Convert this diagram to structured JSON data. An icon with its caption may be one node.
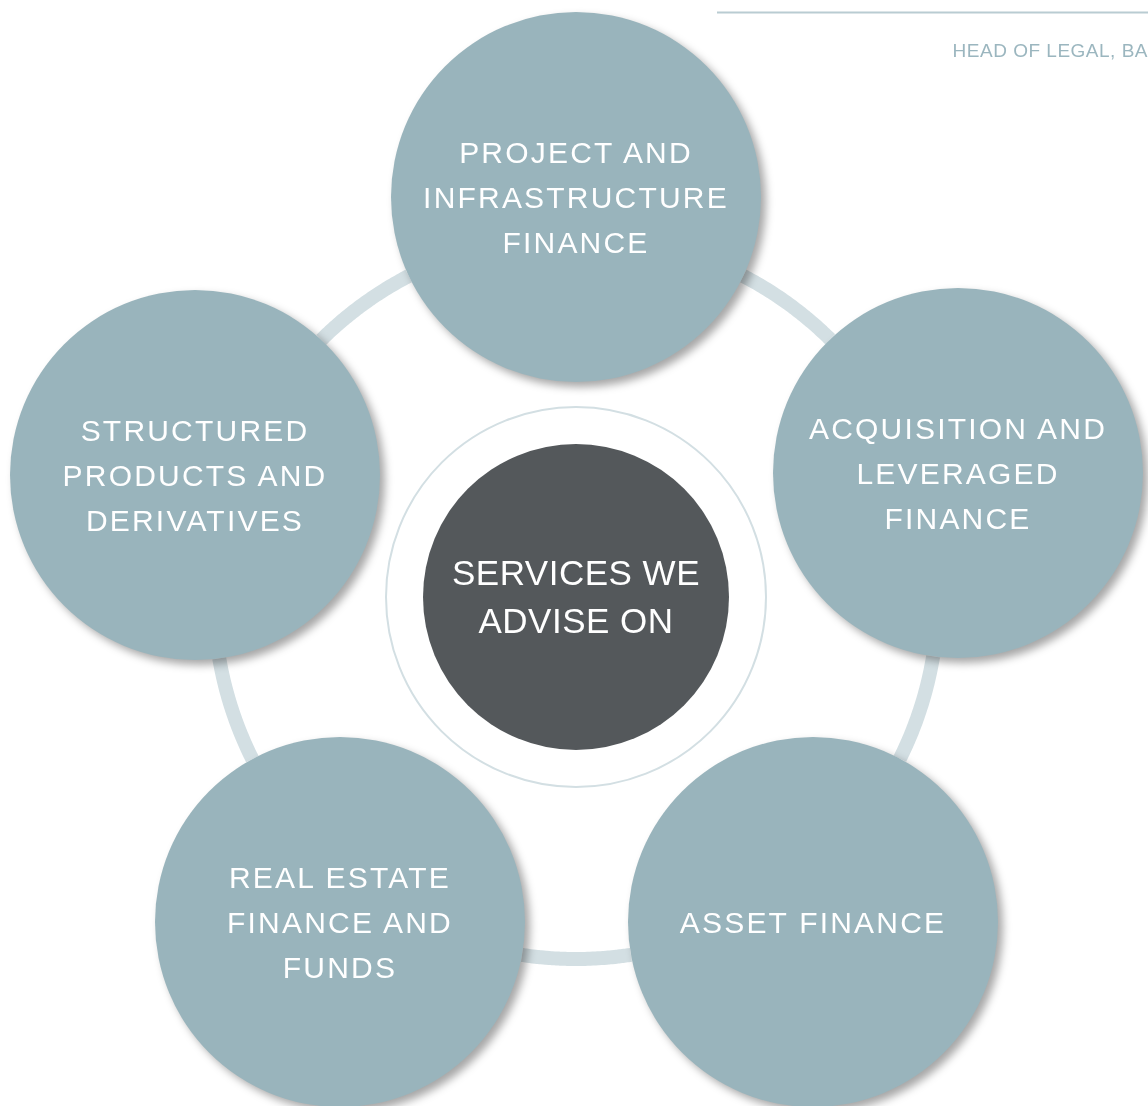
{
  "diagram": {
    "nodes": [
      {
        "text": [
          "PROJECT AND INFRASTRUCTURE FINANCE"
        ]
      },
      {
        "text": [
          "STRUCTURED PRODUCTS AND DERIVATIVES"
        ]
      },
      {
        "text": [
          "ACQUISITION AND LEVERAGED FINANCE"
        ]
      },
      {
        "text": [
          "SERVICES WE ADVISE ON"
        ]
      },
      {
        "text": [
          "REAL ESTATE FINANCE AND FUNDS"
        ]
      },
      {
        "text": [
          "ASSET FINANCE"
        ]
      }
    ],
    "edges": [
      {
        "from": 0,
        "to": 2,
        "arrow": "none"
      },
      {
        "from": 2,
        "to": 5,
        "arrow": "none"
      },
      {
        "from": 5,
        "to": 4,
        "arrow": "none"
      },
      {
        "from": 4,
        "to": 1,
        "arrow": "none"
      },
      {
        "from": 1,
        "to": 0,
        "arrow": "none"
      }
    ],
    "labels": [
      "HEAD OF LEGAL, BA"
    ]
  }
}
